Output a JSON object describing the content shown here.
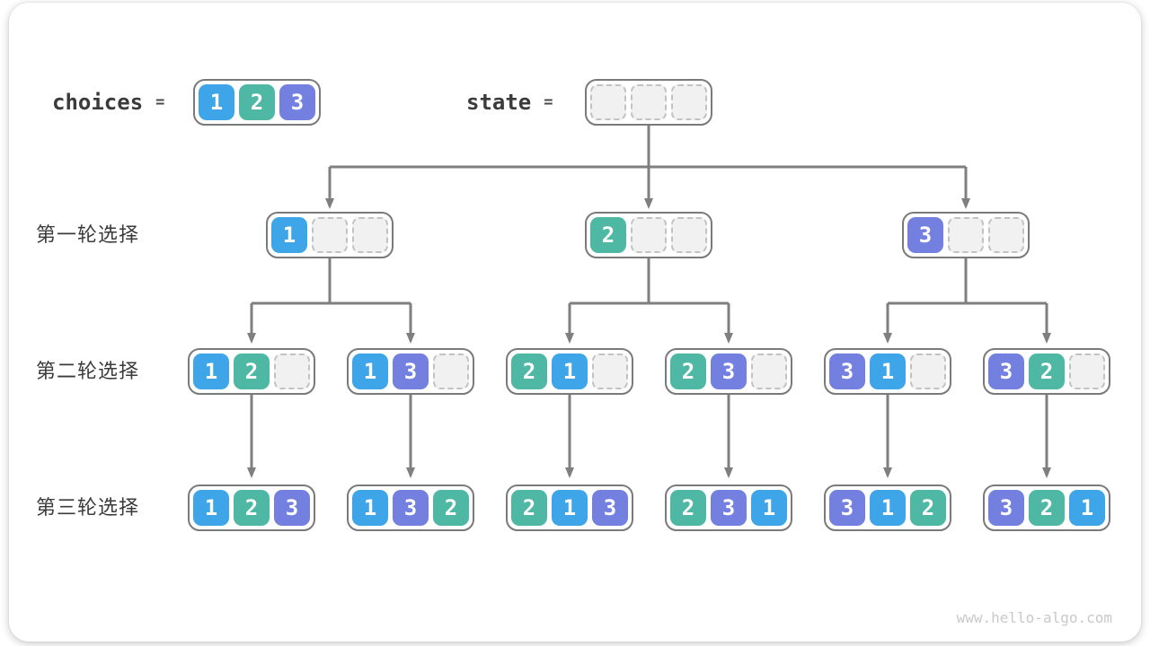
{
  "colors": {
    "cell-1": "#3EA6E8",
    "cell-2": "#4FB8A5",
    "cell-3": "#7480E0",
    "arrow": "#7F7F7F",
    "box-border": "#7A7A7A",
    "empty-fill": "#F1F1F1",
    "empty-border": "#C2C2C2",
    "text": "#3B3B3B",
    "watermark": "#C9C9C9"
  },
  "header": {
    "choices_label": "choices",
    "choices_equals": "=",
    "state_label": "state",
    "state_equals": "=",
    "choices_cells": [
      1,
      2,
      3
    ],
    "state_cells": [
      null,
      null,
      null
    ]
  },
  "tree": {
    "rounds": [
      {
        "label": "第一轮选择",
        "nodes": [
          {
            "cells": [
              1,
              null,
              null
            ]
          },
          {
            "cells": [
              2,
              null,
              null
            ]
          },
          {
            "cells": [
              3,
              null,
              null
            ]
          }
        ]
      },
      {
        "label": "第二轮选择",
        "nodes": [
          {
            "cells": [
              1,
              2,
              null
            ]
          },
          {
            "cells": [
              1,
              3,
              null
            ]
          },
          {
            "cells": [
              2,
              1,
              null
            ]
          },
          {
            "cells": [
              2,
              3,
              null
            ]
          },
          {
            "cells": [
              3,
              1,
              null
            ]
          },
          {
            "cells": [
              3,
              2,
              null
            ]
          }
        ]
      },
      {
        "label": "第三轮选择",
        "nodes": [
          {
            "cells": [
              1,
              2,
              3
            ]
          },
          {
            "cells": [
              1,
              3,
              2
            ]
          },
          {
            "cells": [
              2,
              1,
              3
            ]
          },
          {
            "cells": [
              2,
              3,
              1
            ]
          },
          {
            "cells": [
              3,
              1,
              2
            ]
          },
          {
            "cells": [
              3,
              2,
              1
            ]
          }
        ]
      }
    ]
  },
  "footer": {
    "watermark": "www.hello-algo.com"
  }
}
